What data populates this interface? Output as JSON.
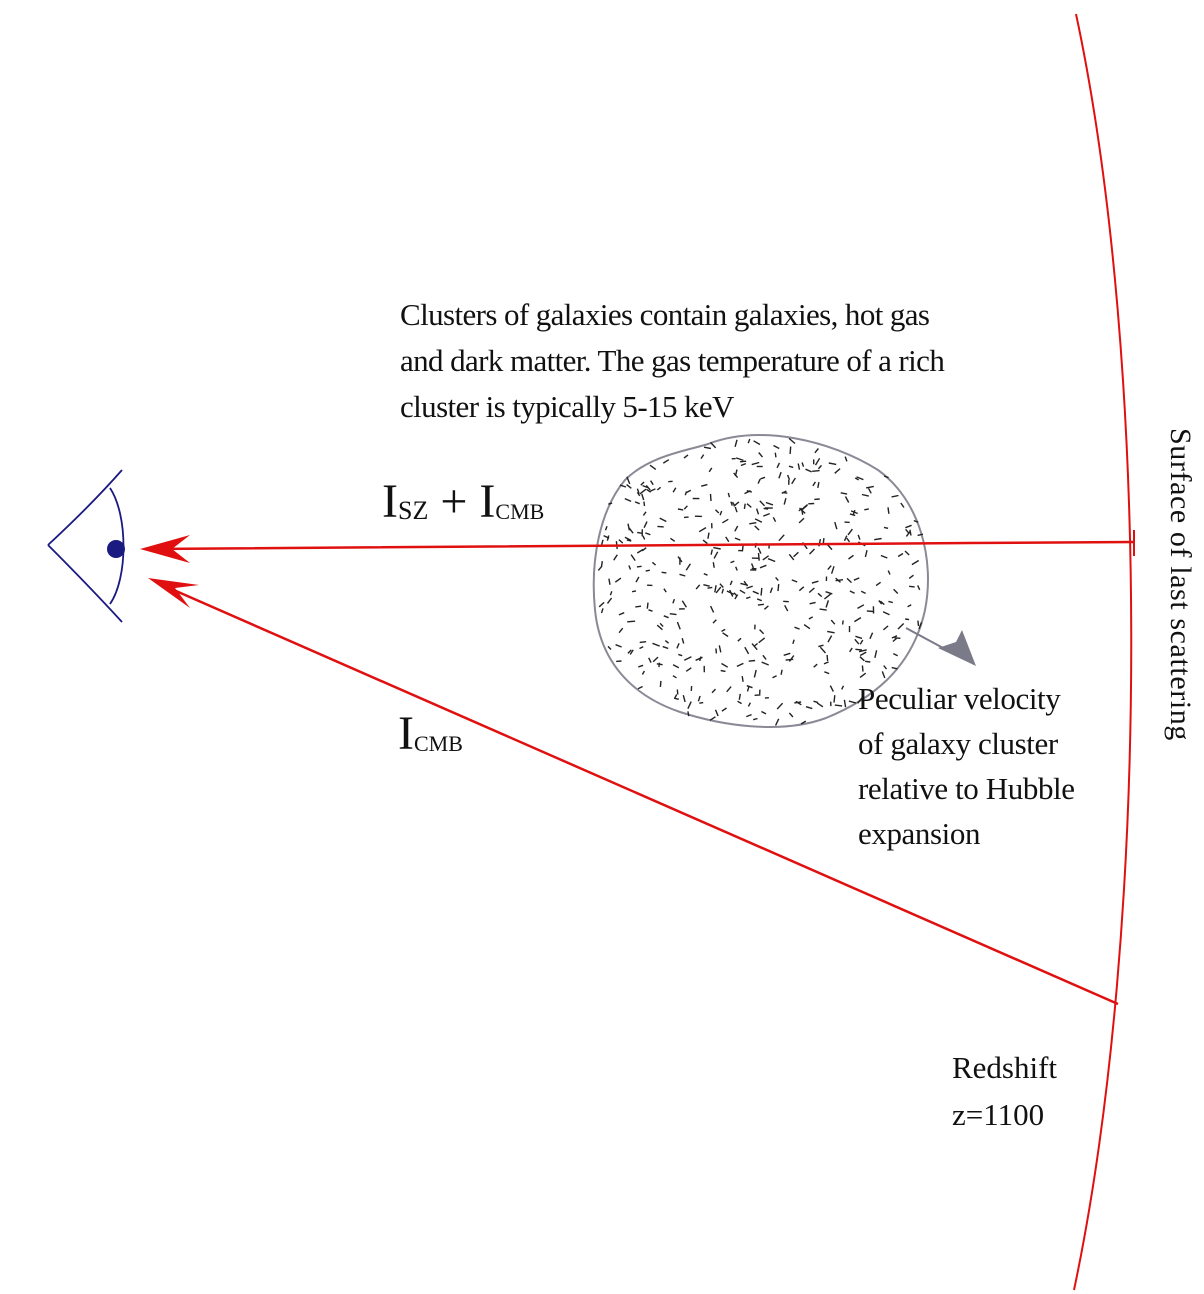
{
  "description": {
    "lines": [
      "Clusters of galaxies contain galaxies, hot gas",
      "and dark matter.  The gas temperature of a rich",
      "cluster is typically 5-15 keV"
    ]
  },
  "labels": {
    "sz_main": "I",
    "sz_sub": "SZ",
    "sz_plus": " + I",
    "sz_sub2": "CMB",
    "cmb_main": "I",
    "cmb_sub": "CMB"
  },
  "peculiar": {
    "lines": [
      "Peculiar velocity",
      "of galaxy cluster",
      "relative to Hubble",
      "expansion"
    ]
  },
  "redshift": {
    "lines": [
      "Redshift",
      "z=1100"
    ]
  },
  "surface_label": "Surface of last scattering",
  "colors": {
    "ray": "#e01010",
    "eye": "#1a1a80",
    "cluster_outline": "#8a8a96",
    "velocity_arrow": "#7a7a88",
    "text": "#111111"
  }
}
